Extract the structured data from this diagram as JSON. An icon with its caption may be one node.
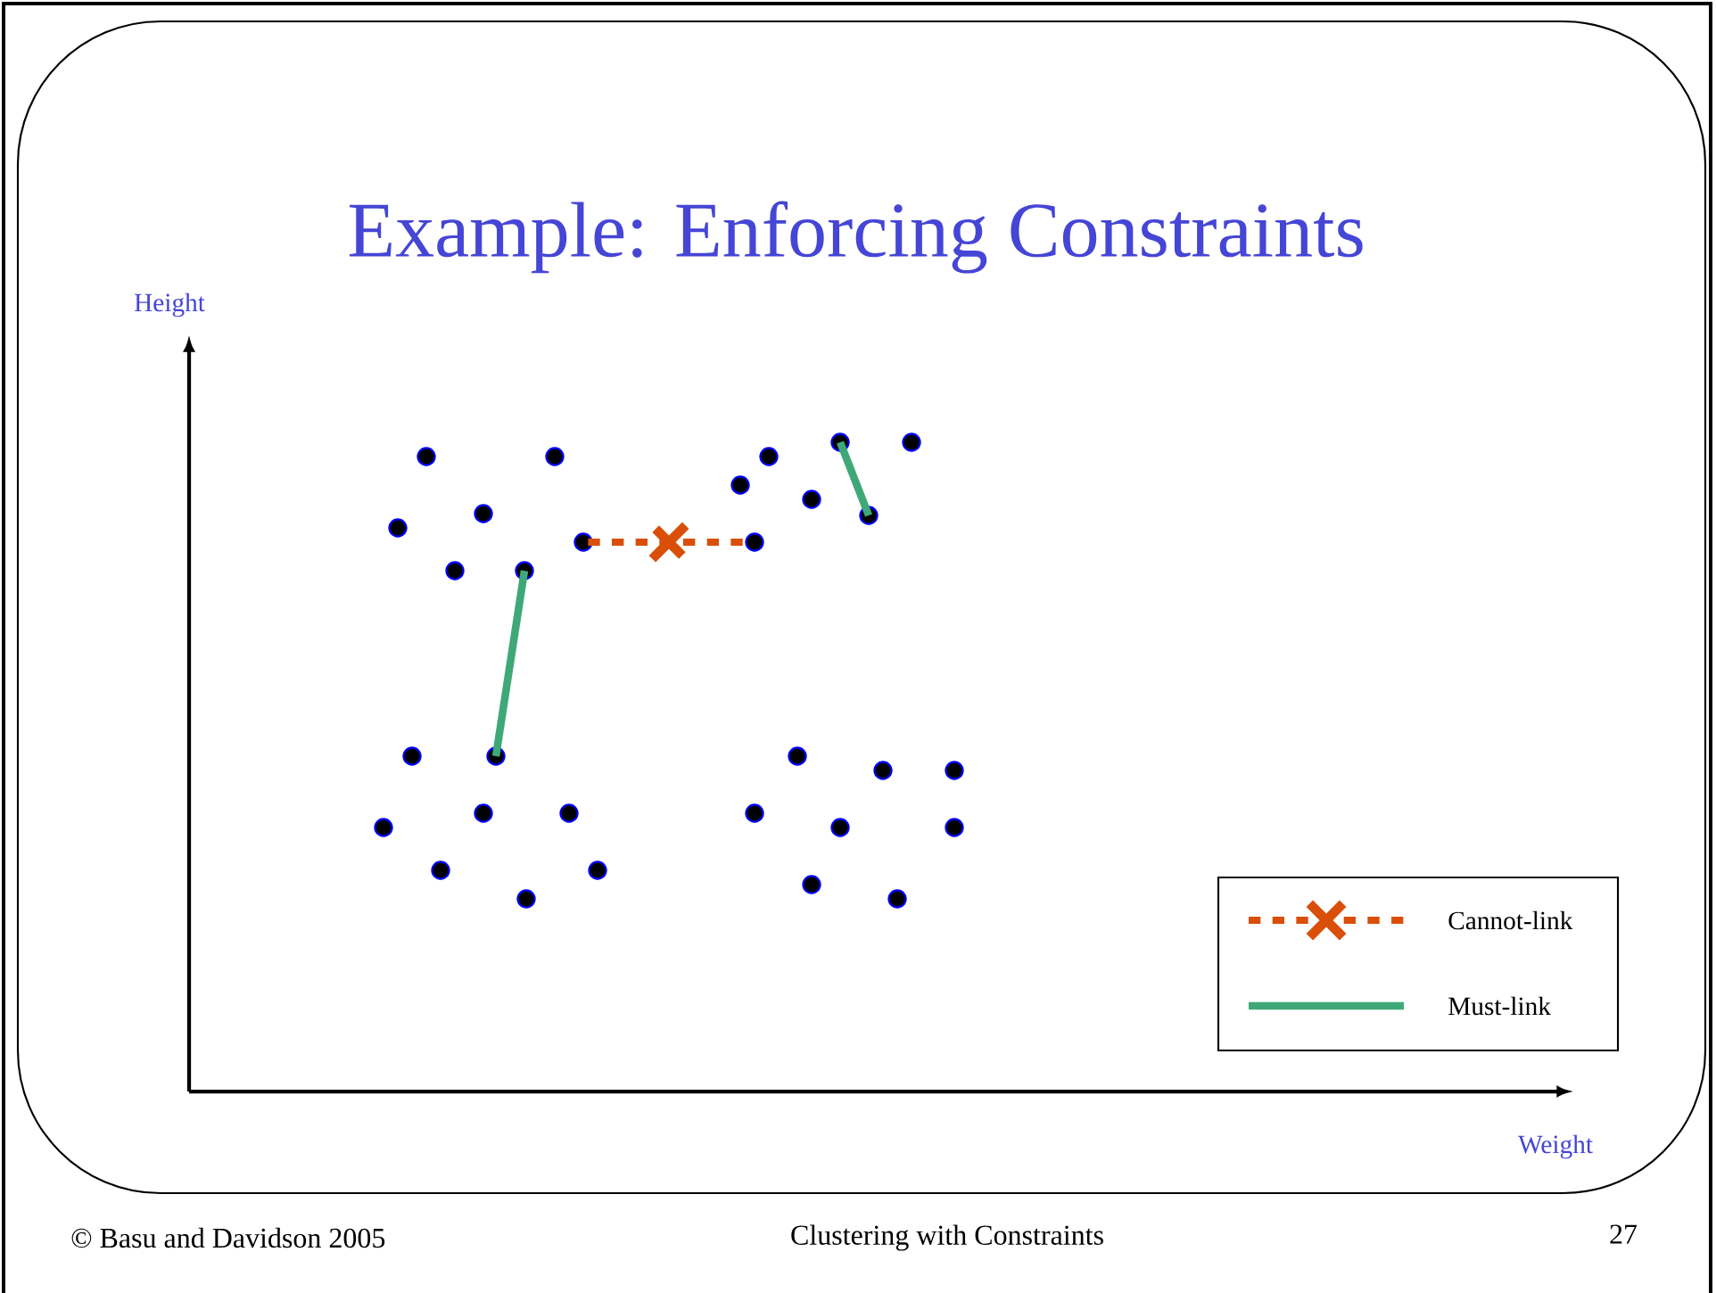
{
  "diagram": {
    "title": "Example: Enforcing Constraints",
    "nodes": [
      {
        "text": [],
        "shape": "circle"
      },
      {
        "text": [],
        "shape": "circle"
      },
      {
        "text": [],
        "shape": "circle"
      },
      {
        "text": [],
        "shape": "circle"
      },
      {
        "text": [],
        "shape": "circle"
      },
      {
        "text": [],
        "shape": "circle"
      }
    ],
    "edges": [
      {
        "from": 4,
        "to": 5,
        "arrow": "none"
      },
      {
        "from": 0,
        "to": 1,
        "arrow": "none"
      },
      {
        "from": 2,
        "to": 3,
        "arrow": "none",
        "style": "dashed",
        "color": "#d94f0a"
      }
    ],
    "labels": [
      "Height",
      "Weight",
      "© Basu and Davidson 2005",
      "Clustering with Constraints",
      "27"
    ],
    "legend": [
      {
        "text": "Cannot-link"
      },
      {
        "text": "Must-link"
      }
    ]
  }
}
